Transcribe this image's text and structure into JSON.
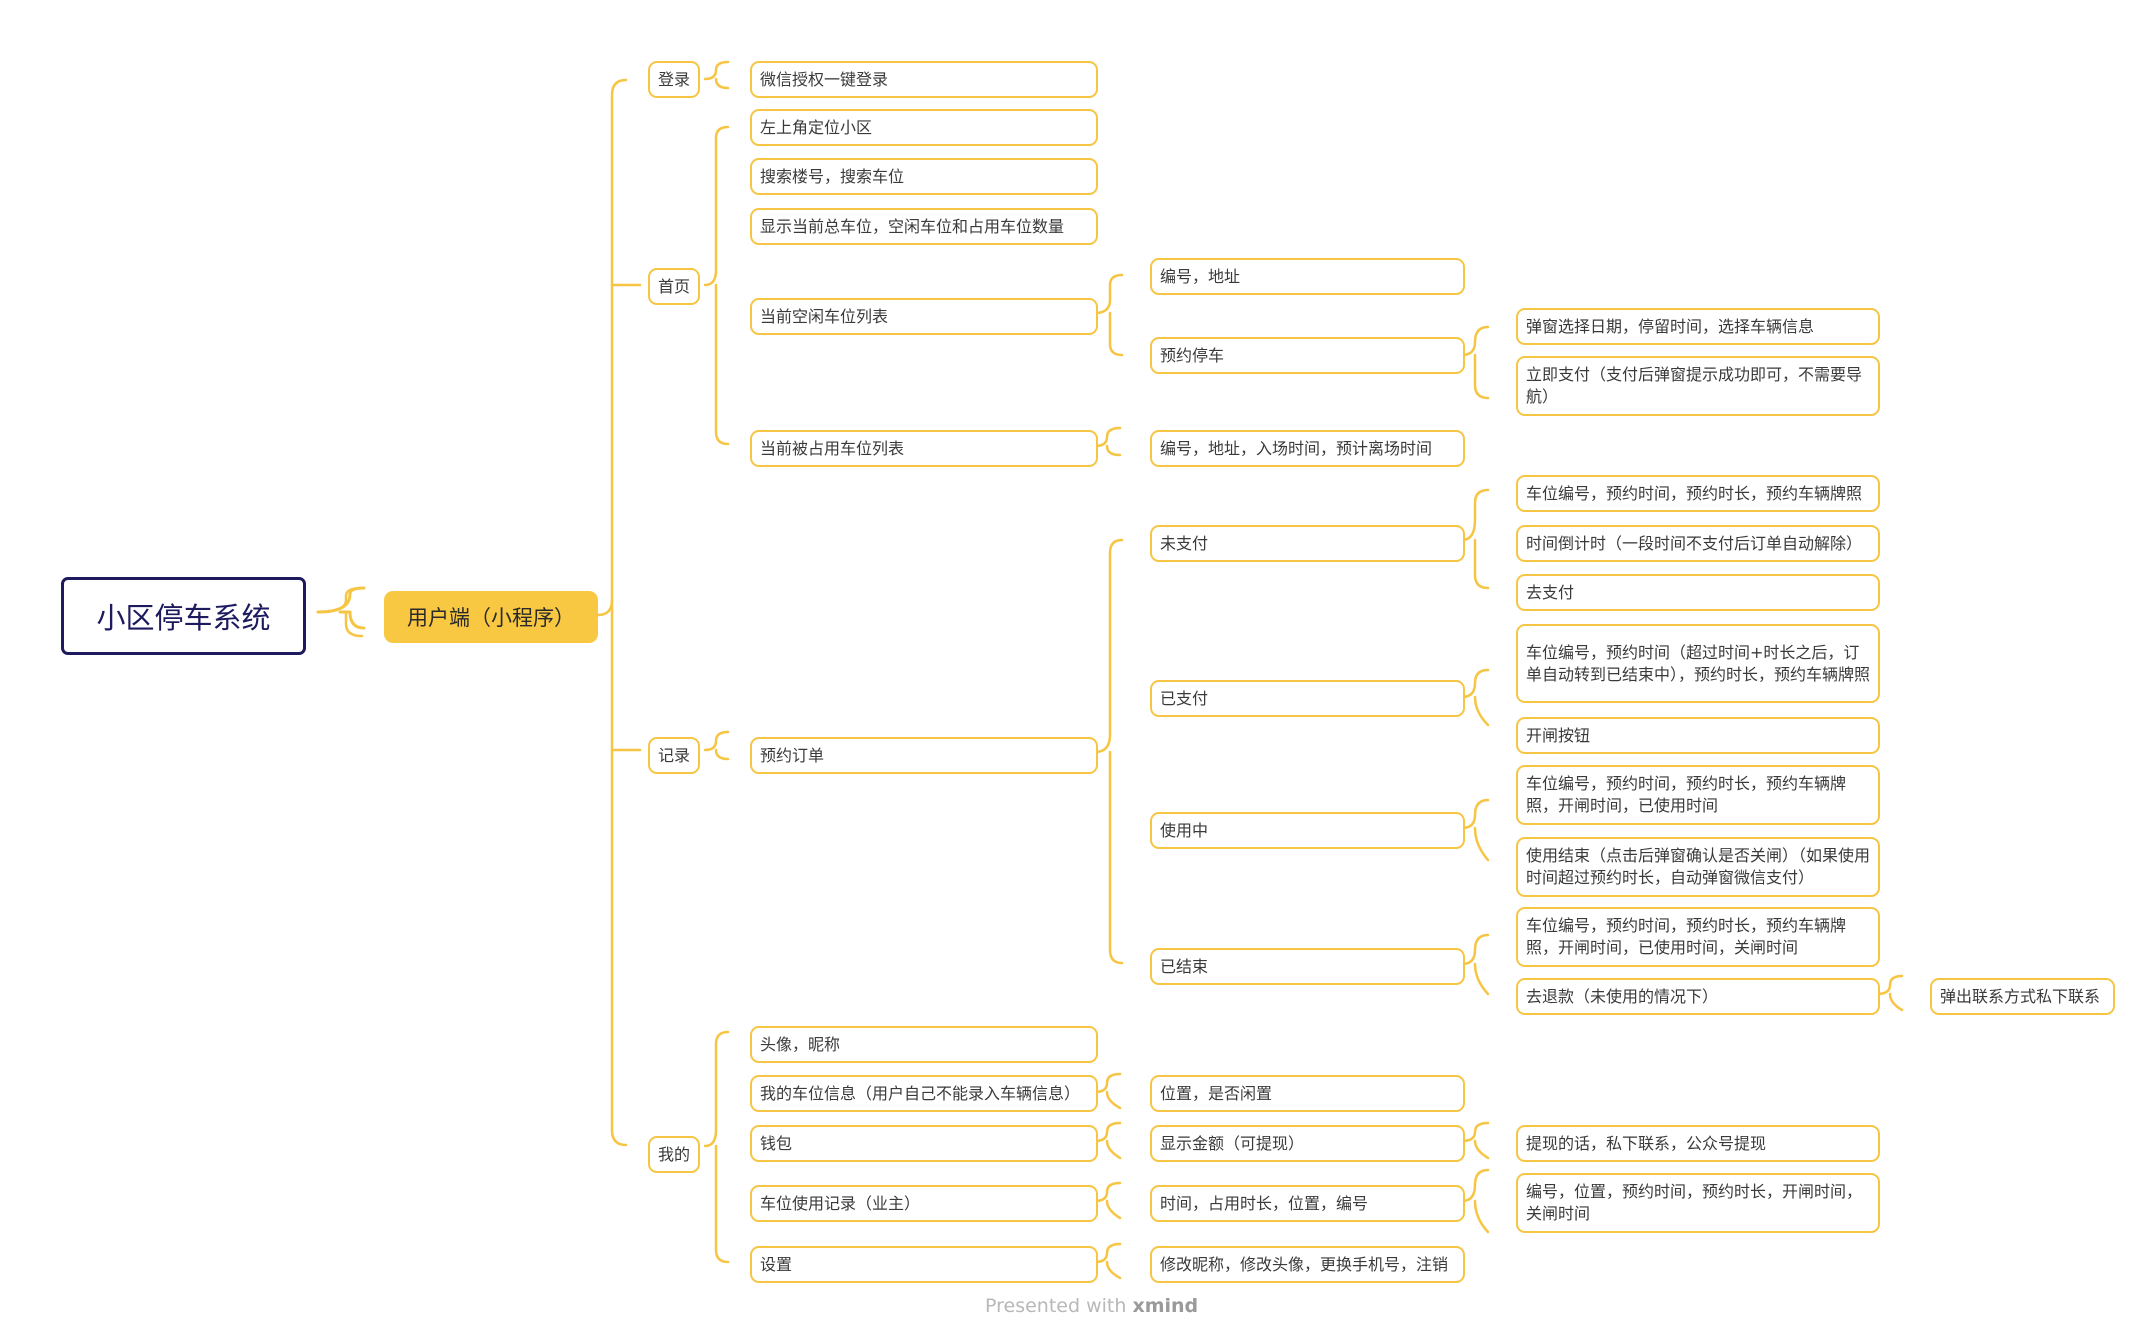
{
  "root": "小区停车系统",
  "main": "用户端（小程序）",
  "categories": {
    "login": "登录",
    "home": "首页",
    "records": "记录",
    "mine": "我的"
  },
  "nodes": {
    "wechat_login": "微信授权一键登录",
    "locate": "左上角定位小区",
    "search": "搜索楼号，搜索车位",
    "show_count": "显示当前总车位，空闲车位和占用车位数量",
    "free_list": "当前空闲车位列表",
    "occupied_list": "当前被占用车位列表",
    "free_no_addr": "编号，地址",
    "reserve": "预约停车",
    "popup_select": "弹窗选择日期，停留时间，选择车辆信息",
    "pay_now": "立即支付（支付后弹窗提示成功即可，不需要导航）",
    "occupied_info": "编号，地址，入场时间，预计离场时间",
    "orders": "预约订单",
    "unpaid": "未支付",
    "unpaid_info": "车位编号，预约时间，预约时长，预约车辆牌照",
    "countdown": "时间倒计时（一段时间不支付后订单自动解除）",
    "go_pay": "去支付",
    "paid": "已支付",
    "paid_info": "车位编号，预约时间（超过时间+时长之后，订单自动转到已结束中），预约时长，预约车辆牌照",
    "open_gate": "开闸按钮",
    "in_use": "使用中",
    "in_use_info": "车位编号，预约时间，预约时长，预约车辆牌照，开闸时间，已使用时间",
    "end_use": "使用结束（点击后弹窗确认是否关闸）（如果使用时间超过预约时长，自动弹窗微信支付）",
    "finished": "已结束",
    "finished_info": "车位编号，预约时间，预约时长，预约车辆牌照，开闸时间，已使用时间，关闸时间",
    "refund": "去退款（未使用的情况下）",
    "contact": "弹出联系方式私下联系",
    "avatar": "头像，昵称",
    "my_space": "我的车位信息（用户自己不能录入车辆信息）",
    "my_space_info": "位置，是否闲置",
    "wallet": "钱包",
    "wallet_amount": "显示金额（可提现）",
    "withdraw": "提现的话，私下联系，公众号提现",
    "usage_log": "车位使用记录（业主）",
    "usage_info": "时间，占用时长，位置，编号",
    "usage_detail": "编号，位置，预约时间，预约时长，开闸时间，关闸时间",
    "settings": "设置",
    "settings_info": "修改昵称，修改头像，更换手机号，注销"
  },
  "watermark": {
    "prefix": "Presented with",
    "brand": "xmind"
  },
  "colors": {
    "accent": "#f9c843",
    "border": "#f7c544",
    "root": "#1d1a5e",
    "line": "#f7c544"
  }
}
